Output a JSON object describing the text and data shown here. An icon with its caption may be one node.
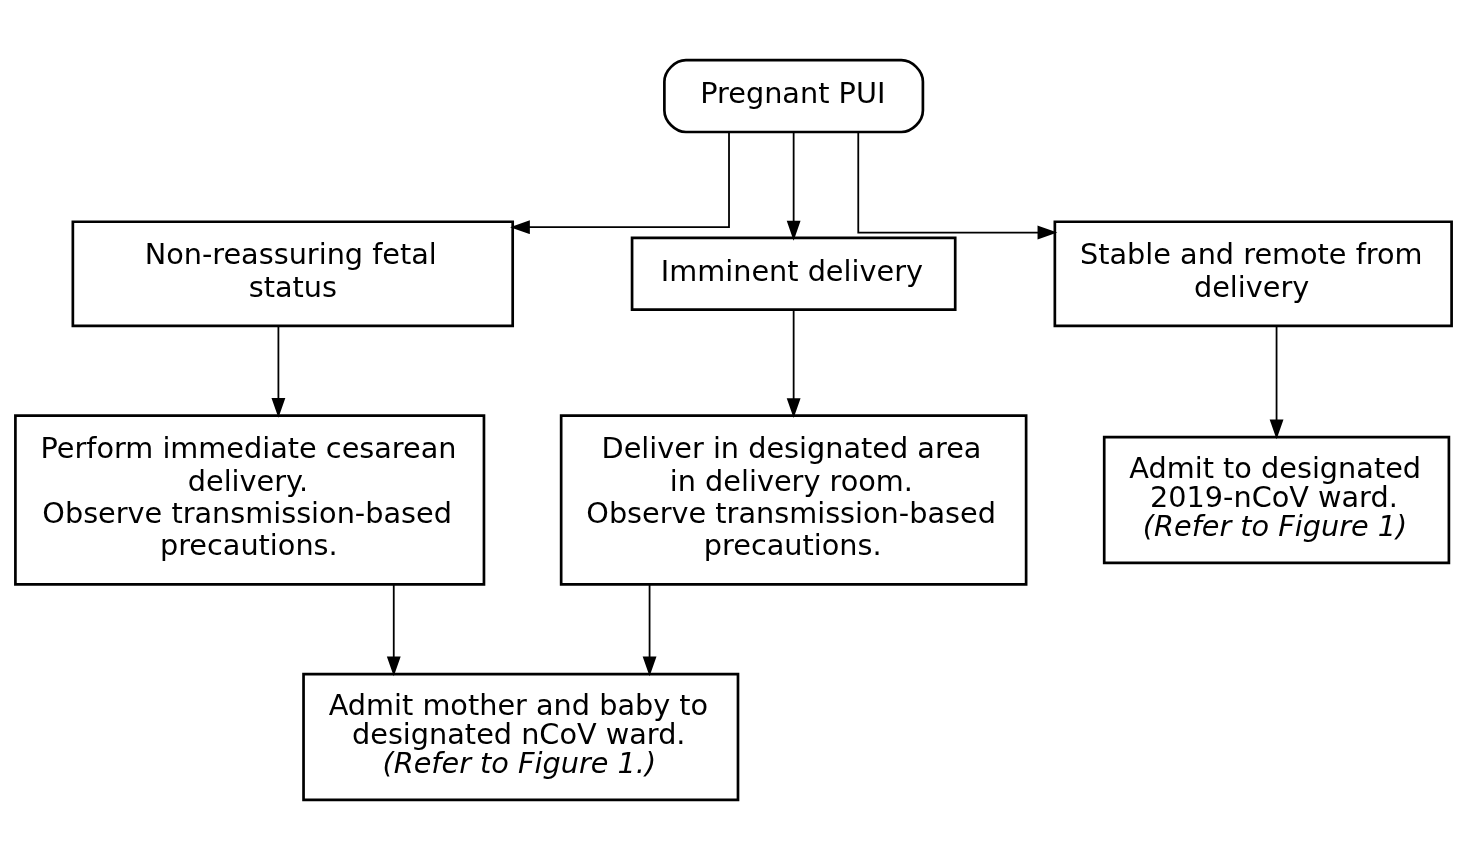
{
  "diagram": {
    "nodes": [
      {
        "text": [
          "Pregnant PUI"
        ]
      },
      {
        "text": [
          "Non-reassuring fetal status"
        ]
      },
      {
        "text": [
          "Imminent delivery"
        ]
      },
      {
        "text": [
          "Stable and remote from delivery"
        ]
      },
      {
        "text": [
          "Perform immediate cesarean delivery.",
          "Observe transmission-based precautions."
        ]
      },
      {
        "text": [
          "Deliver in designated area in delivery room.",
          "Observe transmission-based precautions."
        ]
      },
      {
        "text": [
          "Admit to designated 2019-nCoV ward.",
          "*(Refer to Figure 1)*"
        ]
      },
      {
        "text": [
          "Admit mother and baby to designated nCoV ward.",
          "*(Refer to Figure 1.)*"
        ]
      }
    ],
    "edges": [
      {
        "from": 0,
        "to": 1,
        "arrow": "to"
      },
      {
        "from": 0,
        "to": 2,
        "arrow": "to"
      },
      {
        "from": 0,
        "to": 3,
        "arrow": "to"
      },
      {
        "from": 1,
        "to": 4,
        "arrow": "to"
      },
      {
        "from": 2,
        "to": 5,
        "arrow": "to"
      },
      {
        "from": 3,
        "to": 6,
        "arrow": "to"
      },
      {
        "from": 4,
        "to": 7,
        "arrow": "to"
      },
      {
        "from": 5,
        "to": 7,
        "arrow": "to"
      }
    ]
  }
}
